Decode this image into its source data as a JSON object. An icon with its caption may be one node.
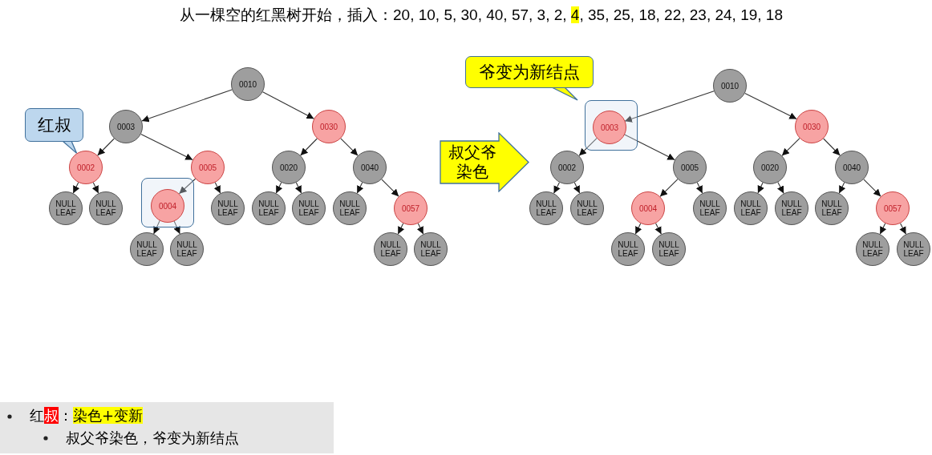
{
  "diagram": {
    "title": "从一棵空的红黑树开始，插入：20, 10, 5, 30, 40, 57, 3, 2, **4**, 35, 25, 18, 22, 23, 24, 19, 18",
    "nodes": [
      {
        "text": [
          "红叔"
        ]
      },
      {
        "text": [
          "0010"
        ]
      },
      {
        "text": [
          "0003"
        ]
      },
      {
        "text": [
          "0030"
        ]
      },
      {
        "text": [
          "0002"
        ]
      },
      {
        "text": [
          "0005"
        ]
      },
      {
        "text": [
          "0020"
        ]
      },
      {
        "text": [
          "0040"
        ]
      },
      {
        "text": [
          "NULL LEAF"
        ]
      },
      {
        "text": [
          "NULL LEAF"
        ]
      },
      {
        "text": [],
        "shape": "box"
      },
      {
        "text": [
          "0004"
        ],
        "in": 10
      },
      {
        "text": [
          "NULL LEAF"
        ]
      },
      {
        "text": [
          "NULL LEAF"
        ]
      },
      {
        "text": [
          "NULL LEAF"
        ]
      },
      {
        "text": [
          "NULL LEAF"
        ]
      },
      {
        "text": [
          "0057"
        ]
      },
      {
        "text": [
          "NULL LEAF"
        ]
      },
      {
        "text": [
          "NULL LEAF"
        ]
      },
      {
        "text": [
          "NULL LEAF"
        ]
      },
      {
        "text": [
          "NULL LEAF"
        ]
      },
      {
        "text": [
          "叔父爷染色"
        ]
      },
      {
        "text": [
          "爷变为新结点"
        ]
      },
      {
        "text": [
          "0010"
        ]
      },
      {
        "text": [],
        "shape": "box"
      },
      {
        "text": [
          "0003"
        ],
        "in": 24
      },
      {
        "text": [
          "0030"
        ]
      },
      {
        "text": [
          "0002"
        ]
      },
      {
        "text": [
          "0005"
        ]
      },
      {
        "text": [
          "0020"
        ]
      },
      {
        "text": [
          "0040"
        ]
      },
      {
        "text": [
          "NULL LEAF"
        ]
      },
      {
        "text": [
          "NULL LEAF"
        ]
      },
      {
        "text": [
          "0004"
        ]
      },
      {
        "text": [
          "NULL LEAF"
        ]
      },
      {
        "text": [
          "NULL LEAF"
        ]
      },
      {
        "text": [
          "NULL LEAF"
        ]
      },
      {
        "text": [
          "NULL LEAF"
        ]
      },
      {
        "text": [
          "0057"
        ]
      },
      {
        "text": [
          "NULL LEAF"
        ]
      },
      {
        "text": [
          "NULL LEAF"
        ]
      },
      {
        "text": [
          "NULL LEAF"
        ]
      },
      {
        "text": [
          "NULL LEAF"
        ]
      }
    ],
    "edges": [
      {
        "from": 0,
        "to": 4,
        "arrow": "to",
        "color": "#41719c"
      },
      {
        "from": 1,
        "to": 2,
        "arrow": "to"
      },
      {
        "from": 1,
        "to": 3,
        "arrow": "to"
      },
      {
        "from": 2,
        "to": 4,
        "arrow": "to"
      },
      {
        "from": 2,
        "to": 5,
        "arrow": "to"
      },
      {
        "from": 3,
        "to": 6,
        "arrow": "to"
      },
      {
        "from": 3,
        "to": 7,
        "arrow": "to"
      },
      {
        "from": 4,
        "to": 8,
        "arrow": "to"
      },
      {
        "from": 4,
        "to": 9,
        "arrow": "to"
      },
      {
        "from": 5,
        "to": 11,
        "arrow": "to"
      },
      {
        "from": 5,
        "to": 12,
        "arrow": "to"
      },
      {
        "from": 6,
        "to": 13,
        "arrow": "to"
      },
      {
        "from": 6,
        "to": 14,
        "arrow": "to"
      },
      {
        "from": 7,
        "to": 15,
        "arrow": "to"
      },
      {
        "from": 7,
        "to": 16,
        "arrow": "to"
      },
      {
        "from": 11,
        "to": 17,
        "arrow": "to"
      },
      {
        "from": 11,
        "to": 18,
        "arrow": "to"
      },
      {
        "from": 16,
        "to": 19,
        "arrow": "to"
      },
      {
        "from": 16,
        "to": 20,
        "arrow": "to"
      },
      {
        "from": 22,
        "to": 24,
        "arrow": "none",
        "color": "#41719c"
      },
      {
        "from": 23,
        "to": 25,
        "arrow": "to"
      },
      {
        "from": 23,
        "to": 26,
        "arrow": "to"
      },
      {
        "from": 25,
        "to": 27,
        "arrow": "to"
      },
      {
        "from": 25,
        "to": 28,
        "arrow": "to"
      },
      {
        "from": 26,
        "to": 29,
        "arrow": "to"
      },
      {
        "from": 26,
        "to": 30,
        "arrow": "to"
      },
      {
        "from": 27,
        "to": 31,
        "arrow": "to"
      },
      {
        "from": 27,
        "to": 32,
        "arrow": "to"
      },
      {
        "from": 28,
        "to": 33,
        "arrow": "to"
      },
      {
        "from": 28,
        "to": 34,
        "arrow": "to"
      },
      {
        "from": 29,
        "to": 35,
        "arrow": "to"
      },
      {
        "from": 29,
        "to": 36,
        "arrow": "to"
      },
      {
        "from": 30,
        "to": 37,
        "arrow": "to"
      },
      {
        "from": 30,
        "to": 38,
        "arrow": "to"
      },
      {
        "from": 33,
        "to": 39,
        "arrow": "to"
      },
      {
        "from": 33,
        "to": 40,
        "arrow": "to"
      },
      {
        "from": 38,
        "to": 41,
        "arrow": "to"
      },
      {
        "from": 38,
        "to": 42,
        "arrow": "to"
      }
    ],
    "labels": [
      "红**叔**：**染色+变新**",
      "叔父爷染色，爷变为新结点"
    ]
  }
}
